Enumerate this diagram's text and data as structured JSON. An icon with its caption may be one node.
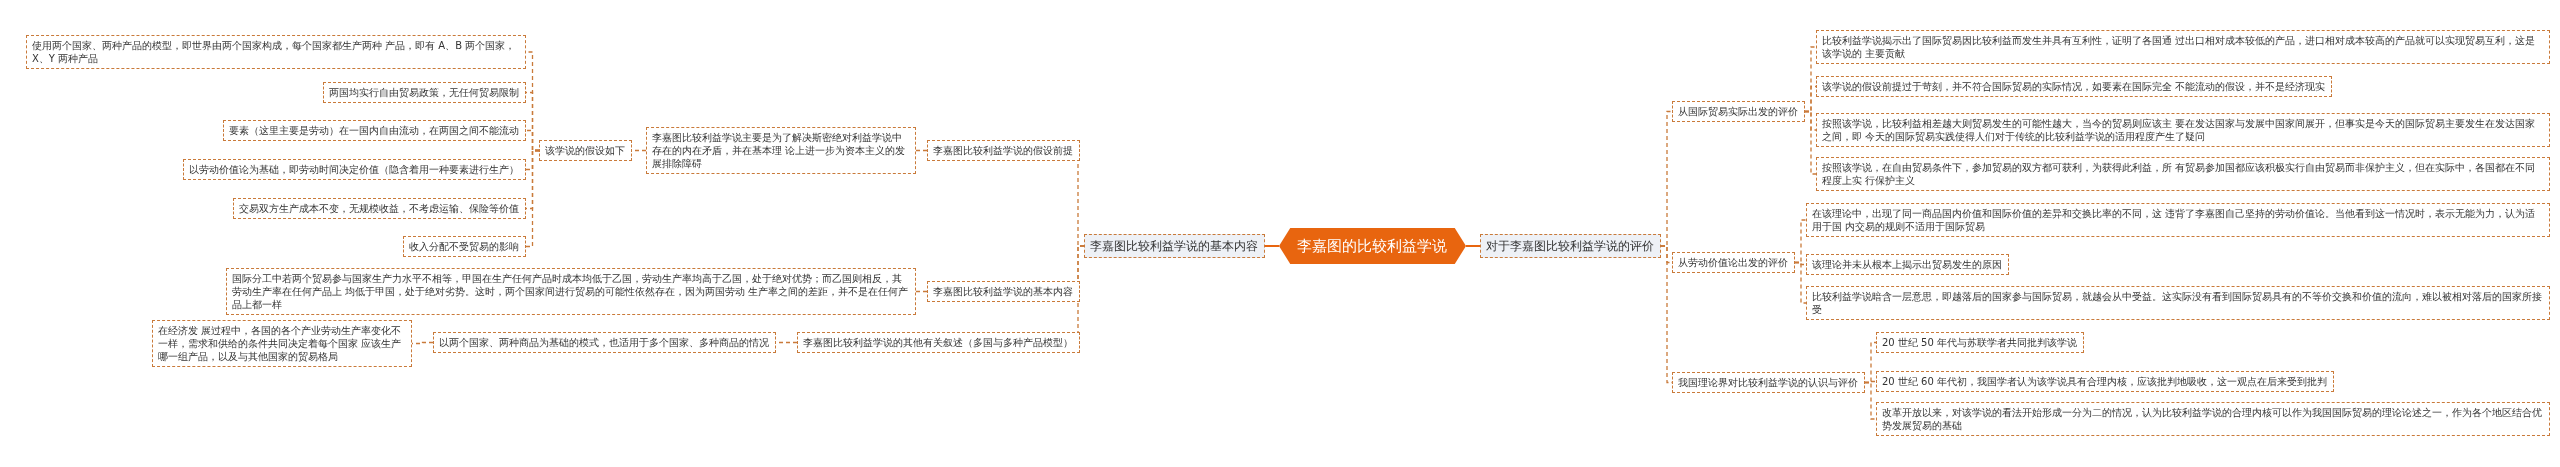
{
  "diagram": {
    "nodes": [
      {
        "text": [
          "李嘉图的比较利益学说"
        ]
      },
      {
        "text": [
          "李嘉图比较利益学说的基本内容"
        ]
      },
      {
        "text": [
          "对于李嘉图比较利益学说的评价"
        ]
      },
      {
        "text": [
          "李嘉图比较利益学说的假设前提"
        ]
      },
      {
        "text": [
          "李嘉图比较利益学说的基本内容"
        ]
      },
      {
        "text": [
          "李嘉图比较利益学说的其他有关叙述（多国与多种产品模型）"
        ]
      },
      {
        "text": [
          "李嘉图比较利益学说主要是为了解决斯密绝对利益学说中存在的内在矛盾，并在基本理 论上进一步为资本主义的发展排除障碍"
        ]
      },
      {
        "text": [
          "该学说的假设如下"
        ]
      },
      {
        "text": [
          "使用两个国家、两种产品的模型，即世界由两个国家构成，每个国家都生产两种 产品，即有 A、B 两个国家，X、Y 两种产品"
        ]
      },
      {
        "text": [
          "两国均实行自由贸易政策，无任何贸易限制"
        ]
      },
      {
        "text": [
          "要素（这里主要是劳动）在一国内自由流动，在两国之间不能流动"
        ]
      },
      {
        "text": [
          "以劳动价值论为基础，即劳动时间决定价值（隐含着用一种要素进行生产）"
        ]
      },
      {
        "text": [
          "交易双方生产成本不变，无规模收益，不考虑运输、保险等价值"
        ]
      },
      {
        "text": [
          "收入分配不受贸易的影响"
        ]
      },
      {
        "text": [
          "国际分工中若两个贸易参与国家生产力水平不相等，甲国在生产任何产品时成本均低于乙国，劳动生产率均高于乙国，处于绝对优势；而乙国则相反，其劳动生产率在任何产品上 均低于甲国，处于绝对劣势。这时，两个国家间进行贸易的可能性依然存在，因为两国劳动 生产率之间的差距，并不是在任何产品上都一样"
        ]
      },
      {
        "text": [
          "以两个国家、两种商品为基础的模式，也适用于多个国家、多种商品的情况"
        ]
      },
      {
        "text": [
          "在经济发 展过程中，各国的各个产业劳动生产率变化不一样，需求和供给的条件共同决定着每个国家 应该生产哪一组产品，以及与其他国家的贸易格局"
        ]
      },
      {
        "text": [
          "从国际贸易实际出发的评价"
        ]
      },
      {
        "text": [
          "从劳动价值论出发的评价"
        ]
      },
      {
        "text": [
          "我国理论界对比较利益学说的认识与评价"
        ]
      },
      {
        "text": [
          "比较利益学说揭示出了国际贸易因比较利益而发生并具有互利性，证明了各国通 过出口相对成本较低的产品，进口相对成本较高的产品就可以实现贸易互利，这是该学说的 主要贡献"
        ]
      },
      {
        "text": [
          "该学说的假设前提过于苛刻，并不符合国际贸易的实际情况，如要素在国际完全 不能流动的假设，并不是经济现实"
        ]
      },
      {
        "text": [
          "按照该学说，比较利益相差越大则贸易发生的可能性越大，当今的贸易则应该主 要在发达国家与发展中国家间展开，但事实是今天的国际贸易主要发生在发达国家之间，即 今天的国际贸易实践使得人们对于传统的比较利益学说的适用程度产生了疑问"
        ]
      },
      {
        "text": [
          "按照该学说，在自由贸易条件下，参加贸易的双方都可获利，为获得此利益，所 有贸易参加国都应该积极实行自由贸易而非保护主义，但在实际中，各国都在不同程度上实 行保护主义"
        ]
      },
      {
        "text": [
          "在该理论中，出现了同一商品国内价值和国际价值的差异和交换比率的不同，这 违背了李嘉图自己坚持的劳动价值论。当他看到这一情况时，表示无能为力，认为适用于国 内交易的规则不适用于国际贸易"
        ]
      },
      {
        "text": [
          "该理论并未从根本上揭示出贸易发生的原因"
        ]
      },
      {
        "text": [
          "比较利益学说暗含一层意思，即越落后的国家参与国际贸易，就越会从中受益。这实际没有看到国际贸易具有的不等价交换和价值的流向，难以被相对落后的国家所接受"
        ]
      },
      {
        "text": [
          "20 世纪 50 年代与苏联学者共同批判该学说"
        ]
      },
      {
        "text": [
          "20 世纪 60 年代初，我国学者认为该学说具有合理内核，应该批判地吸收，这一观点在后来受到批判"
        ]
      },
      {
        "text": [
          "改革开放以来，对该学说的看法开始形成一分为二的情况，认为比较利益学说的合理内核可以作为我国国际贸易的理论论述之一，作为各个地区结合优势发展贸易的基础"
        ]
      }
    ],
    "edges": [
      {
        "from": 0,
        "to": 1,
        "arrow": "none",
        "color": "#e8650f"
      },
      {
        "from": 0,
        "to": 2,
        "arrow": "none",
        "color": "#e8650f"
      },
      {
        "from": 1,
        "to": 3,
        "arrow": "none",
        "style": "dashed"
      },
      {
        "from": 1,
        "to": 4,
        "arrow": "none",
        "style": "dashed"
      },
      {
        "from": 1,
        "to": 5,
        "arrow": "none",
        "style": "dashed"
      },
      {
        "from": 3,
        "to": 6,
        "arrow": "none",
        "style": "dashed"
      },
      {
        "from": 6,
        "to": 7,
        "arrow": "none",
        "style": "dashed"
      },
      {
        "from": 7,
        "to": 8,
        "arrow": "none",
        "style": "dashed"
      },
      {
        "from": 7,
        "to": 9,
        "arrow": "none",
        "style": "dashed"
      },
      {
        "from": 7,
        "to": 10,
        "arrow": "none",
        "style": "dashed"
      },
      {
        "from": 7,
        "to": 11,
        "arrow": "none",
        "style": "dashed"
      },
      {
        "from": 7,
        "to": 12,
        "arrow": "none",
        "style": "dashed"
      },
      {
        "from": 7,
        "to": 13,
        "arrow": "none",
        "style": "dashed"
      },
      {
        "from": 4,
        "to": 14,
        "arrow": "none",
        "style": "dashed"
      },
      {
        "from": 5,
        "to": 15,
        "arrow": "none",
        "style": "dashed"
      },
      {
        "from": 15,
        "to": 16,
        "arrow": "none",
        "style": "dashed"
      },
      {
        "from": 2,
        "to": 17,
        "arrow": "none",
        "style": "dashed"
      },
      {
        "from": 2,
        "to": 18,
        "arrow": "none",
        "style": "dashed"
      },
      {
        "from": 2,
        "to": 19,
        "arrow": "none",
        "style": "dashed"
      },
      {
        "from": 17,
        "to": 20,
        "arrow": "none",
        "style": "dashed"
      },
      {
        "from": 17,
        "to": 21,
        "arrow": "none",
        "style": "dashed"
      },
      {
        "from": 17,
        "to": 22,
        "arrow": "none",
        "style": "dashed"
      },
      {
        "from": 17,
        "to": 23,
        "arrow": "none",
        "style": "dashed"
      },
      {
        "from": 18,
        "to": 24,
        "arrow": "none",
        "style": "dashed"
      },
      {
        "from": 18,
        "to": 25,
        "arrow": "none",
        "style": "dashed"
      },
      {
        "from": 18,
        "to": 26,
        "arrow": "none",
        "style": "dashed"
      },
      {
        "from": 19,
        "to": 27,
        "arrow": "none",
        "style": "dashed"
      },
      {
        "from": 19,
        "to": 28,
        "arrow": "none",
        "style": "dashed"
      },
      {
        "from": 19,
        "to": 29,
        "arrow": "none",
        "style": "dashed"
      }
    ]
  }
}
